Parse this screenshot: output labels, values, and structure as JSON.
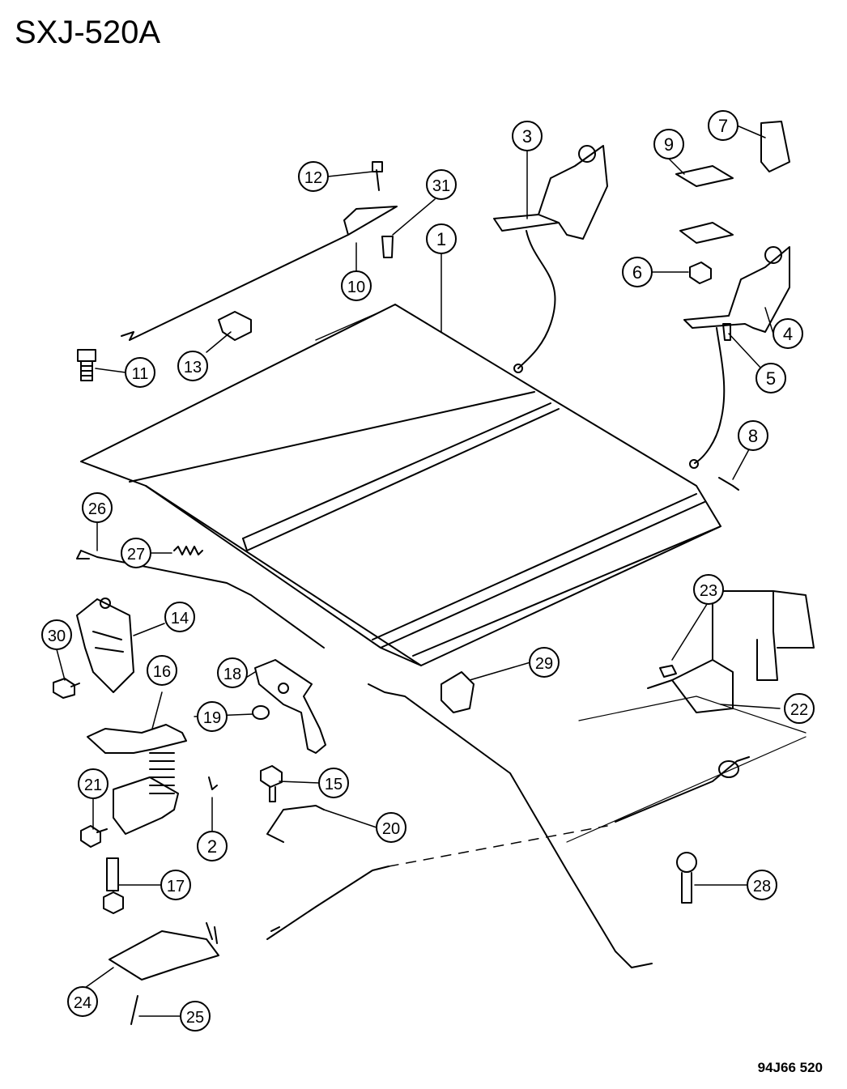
{
  "diagram": {
    "title": "SXJ-520A",
    "code": "94J66 520",
    "callouts": [
      "1",
      "2",
      "3",
      "4",
      "5",
      "6",
      "7",
      "8",
      "9",
      "10",
      "11",
      "12",
      "13",
      "14",
      "15",
      "16",
      "17",
      "18",
      "19",
      "20",
      "21",
      "22",
      "23",
      "24",
      "25",
      "26",
      "27",
      "28",
      "29",
      "30",
      "31"
    ]
  }
}
